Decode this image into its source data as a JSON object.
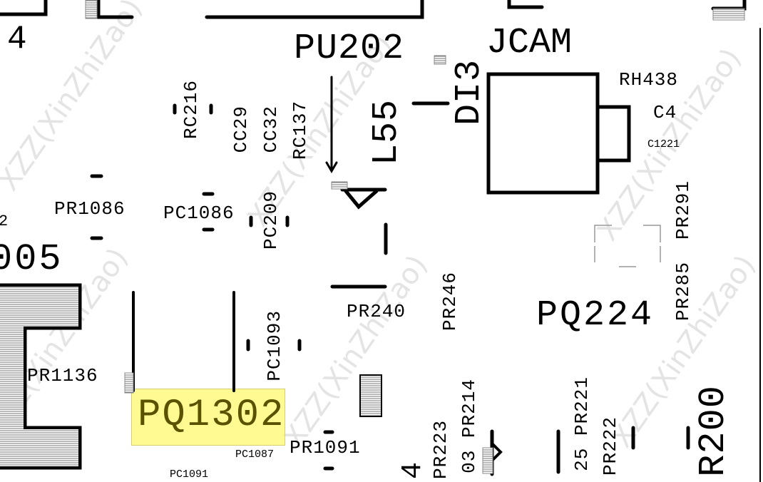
{
  "watermark": "XZZ(XinZhiZao)",
  "highlight_color": "#fff86e",
  "selected_component": "PQ1302",
  "labels": {
    "n4": "4",
    "pu202": "PU202",
    "jcam": "JCAM",
    "rh438": "RH438",
    "c4": "C4",
    "c1221": "C1221",
    "pr1086": "PR1086",
    "pc1086": "PC1086",
    "n005": "005",
    "pr240": "PR240",
    "pq224": "PQ224",
    "pr1136": "PR1136",
    "pq1302": "PQ1302",
    "pr1091": "PR1091",
    "pc1087": "PC1087",
    "pc1091": "PC1091",
    "pr2_left": "2"
  },
  "vlabels": {
    "rc216": "RC216",
    "cc29": "CC29",
    "cc32": "CC32",
    "rc137": "RC137",
    "l55": "L55",
    "di3": "DI3",
    "pc209": "PC209",
    "pc1093": "PC1093",
    "pr246": "PR246",
    "pr291": "PR291",
    "pr285": "PR285",
    "pr214": "03 PR214",
    "pr223": "PR223",
    "pr221": "25 PR221",
    "pr222": "PR222",
    "r200": "R200",
    "n4b": "4"
  }
}
